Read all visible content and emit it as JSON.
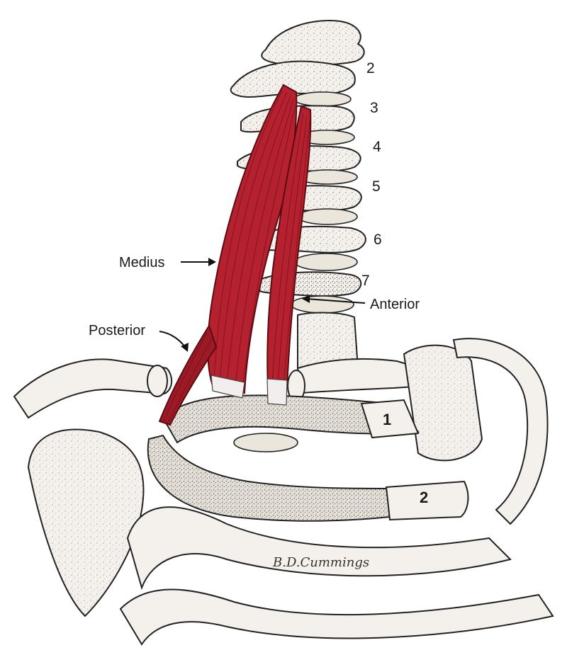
{
  "labels": {
    "vertebrae": [
      "2",
      "3",
      "4",
      "5",
      "6",
      "7"
    ],
    "muscles": {
      "medius": "Medius",
      "anterior": "Anterior",
      "posterior": "Posterior"
    },
    "ribs": [
      "1",
      "2"
    ]
  },
  "signature": "B.D.Cummings",
  "colors": {
    "muscle": "#b5212e",
    "muscle_dark": "#7d1019",
    "bone": "#f4f1ec",
    "outline": "#222222"
  }
}
